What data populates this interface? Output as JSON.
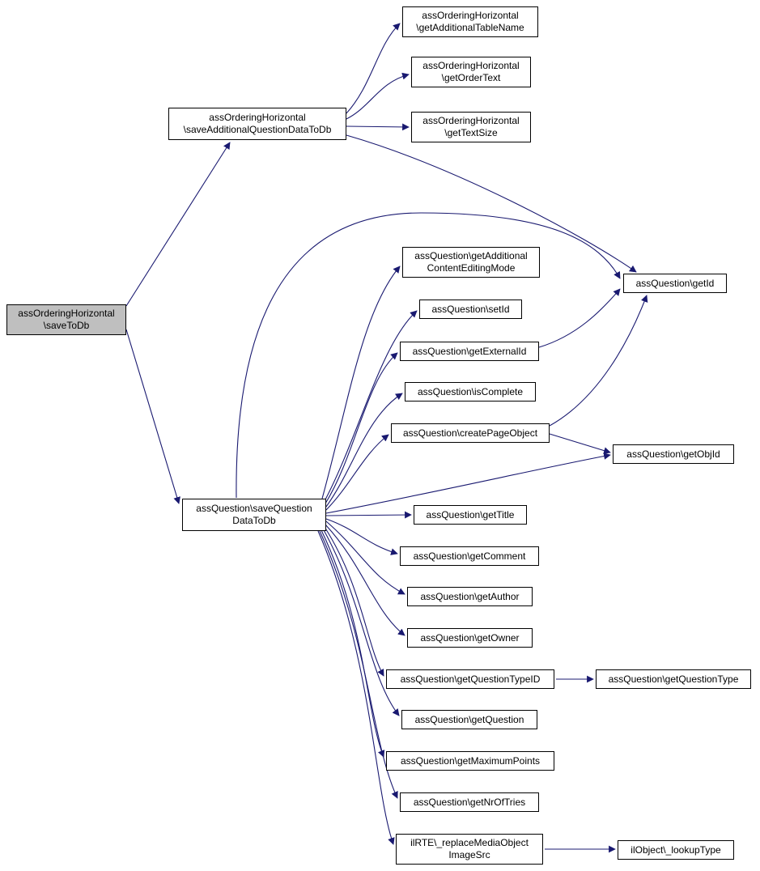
{
  "diagram": {
    "type": "call-graph",
    "edge_color": "#191970",
    "node_border_color": "#000000",
    "node_fill": "#ffffff",
    "highlight_fill": "#bfbfbf"
  },
  "nodes": {
    "saveToDb": {
      "label": "assOrderingHorizontal\n\\saveToDb",
      "highlighted": true
    },
    "saveAdditionalQuestionDataToDb": {
      "label": "assOrderingHorizontal\n\\saveAdditionalQuestionDataToDb"
    },
    "getAdditionalTableName": {
      "label": "assOrderingHorizontal\n\\getAdditionalTableName"
    },
    "getOrderText": {
      "label": "assOrderingHorizontal\n\\getOrderText"
    },
    "getTextSize": {
      "label": "assOrderingHorizontal\n\\getTextSize"
    },
    "getId": {
      "label": "assQuestion\\getId"
    },
    "getAdditionalContentEditingMode": {
      "label": "assQuestion\\getAdditional\nContentEditingMode"
    },
    "setId": {
      "label": "assQuestion\\setId"
    },
    "getExternalId": {
      "label": "assQuestion\\getExternalId"
    },
    "isComplete": {
      "label": "assQuestion\\isComplete"
    },
    "createPageObject": {
      "label": "assQuestion\\createPageObject"
    },
    "getObjId": {
      "label": "assQuestion\\getObjId"
    },
    "saveQuestionDataToDb": {
      "label": "assQuestion\\saveQuestion\nDataToDb"
    },
    "getTitle": {
      "label": "assQuestion\\getTitle"
    },
    "getComment": {
      "label": "assQuestion\\getComment"
    },
    "getAuthor": {
      "label": "assQuestion\\getAuthor"
    },
    "getOwner": {
      "label": "assQuestion\\getOwner"
    },
    "getQuestionTypeID": {
      "label": "assQuestion\\getQuestionTypeID"
    },
    "getQuestionType": {
      "label": "assQuestion\\getQuestionType"
    },
    "getQuestion": {
      "label": "assQuestion\\getQuestion"
    },
    "getMaximumPoints": {
      "label": "assQuestion\\getMaximumPoints"
    },
    "getNrOfTries": {
      "label": "assQuestion\\getNrOfTries"
    },
    "replaceMediaObjectImageSrc": {
      "label": "ilRTE\\_replaceMediaObject\nImageSrc"
    },
    "lookupType": {
      "label": "ilObject\\_lookupType"
    }
  },
  "edges": [
    {
      "from": "saveToDb",
      "to": "saveAdditionalQuestionDataToDb"
    },
    {
      "from": "saveToDb",
      "to": "saveQuestionDataToDb"
    },
    {
      "from": "saveAdditionalQuestionDataToDb",
      "to": "getAdditionalTableName"
    },
    {
      "from": "saveAdditionalQuestionDataToDb",
      "to": "getOrderText"
    },
    {
      "from": "saveAdditionalQuestionDataToDb",
      "to": "getTextSize"
    },
    {
      "from": "saveAdditionalQuestionDataToDb",
      "to": "getId"
    },
    {
      "from": "saveQuestionDataToDb",
      "to": "getId"
    },
    {
      "from": "saveQuestionDataToDb",
      "to": "getAdditionalContentEditingMode"
    },
    {
      "from": "saveQuestionDataToDb",
      "to": "setId"
    },
    {
      "from": "saveQuestionDataToDb",
      "to": "getExternalId"
    },
    {
      "from": "saveQuestionDataToDb",
      "to": "isComplete"
    },
    {
      "from": "saveQuestionDataToDb",
      "to": "createPageObject"
    },
    {
      "from": "saveQuestionDataToDb",
      "to": "getObjId"
    },
    {
      "from": "saveQuestionDataToDb",
      "to": "getTitle"
    },
    {
      "from": "saveQuestionDataToDb",
      "to": "getComment"
    },
    {
      "from": "saveQuestionDataToDb",
      "to": "getAuthor"
    },
    {
      "from": "saveQuestionDataToDb",
      "to": "getOwner"
    },
    {
      "from": "saveQuestionDataToDb",
      "to": "getQuestionTypeID"
    },
    {
      "from": "saveQuestionDataToDb",
      "to": "getQuestion"
    },
    {
      "from": "saveQuestionDataToDb",
      "to": "getMaximumPoints"
    },
    {
      "from": "saveQuestionDataToDb",
      "to": "getNrOfTries"
    },
    {
      "from": "saveQuestionDataToDb",
      "to": "replaceMediaObjectImageSrc"
    },
    {
      "from": "getExternalId",
      "to": "getId"
    },
    {
      "from": "createPageObject",
      "to": "getId"
    },
    {
      "from": "createPageObject",
      "to": "getObjId"
    },
    {
      "from": "getQuestionTypeID",
      "to": "getQuestionType"
    },
    {
      "from": "replaceMediaObjectImageSrc",
      "to": "lookupType"
    }
  ]
}
